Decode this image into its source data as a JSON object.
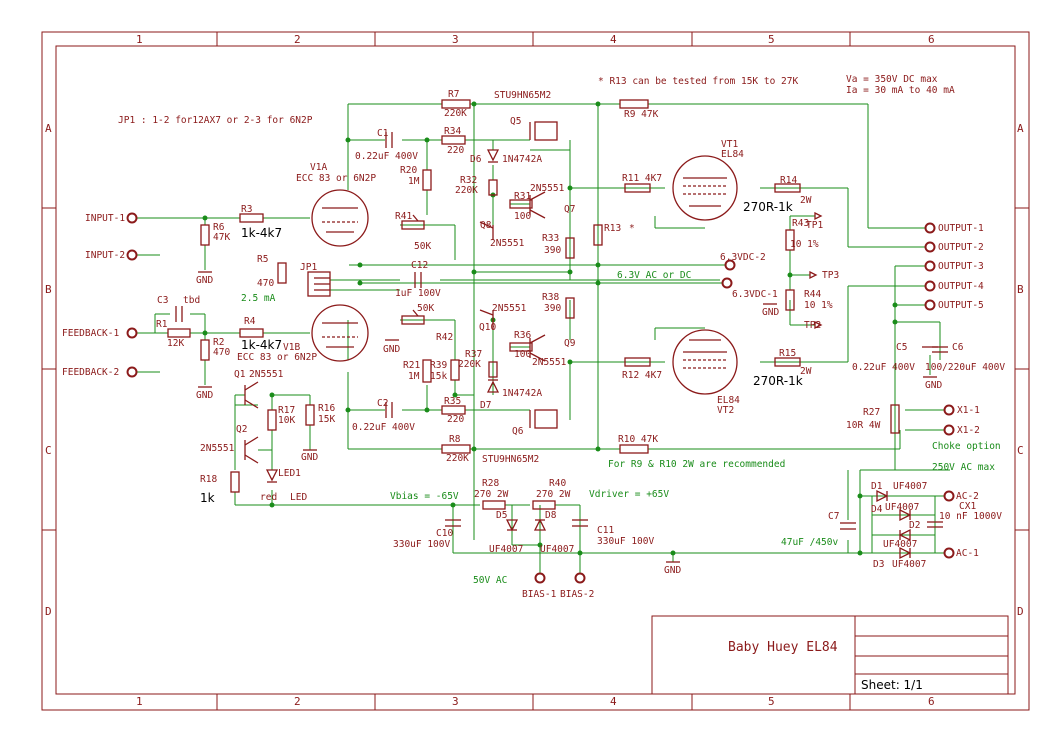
{
  "frame": {
    "col_numbers": [
      "1",
      "2",
      "3",
      "4",
      "5",
      "6"
    ],
    "row_letters": [
      "A",
      "B",
      "C",
      "D"
    ],
    "title": "Baby Huey EL84",
    "sheet": "Sheet: 1/1"
  },
  "notes": {
    "jp1": "JP1 : 1-2 for12AX7 or 2-3 for 6N2P",
    "r13_note": "* R13 can be tested from 15K to 27K",
    "va": "Va = 350V DC max",
    "ia": "Ia = 30 mA to 40 mA",
    "r9r10": "For R9 & R10 2W are recommended",
    "ac_max": "250V AC max",
    "choke": "Choke option",
    "heater": "6.3V AC or DC",
    "vbias": "Vbias = -65V",
    "vdriver": "Vdriver = +65V",
    "ac50": "50V AC",
    "led_current": "2.5 mA"
  },
  "connectors": {
    "input1": "INPUT-1",
    "input2": "INPUT-2",
    "feedback1": "FEEDBACK-1",
    "feedback2": "FEEDBACK-2",
    "out1": "OUTPUT-1",
    "out2": "OUTPUT-2",
    "out3": "OUTPUT-3",
    "out4": "OUTPUT-4",
    "out5": "OUTPUT-5",
    "x1": "X1-1",
    "x2": "X1-2",
    "ac1": "AC-1",
    "ac2": "AC-2",
    "bias1": "BIAS-1",
    "bias2": "BIAS-2",
    "v63_2": "6.3VDC-2",
    "v63_1": "6.3VDC-1",
    "tp1": "TP1",
    "tp2": "TP2",
    "tp3": "TP3",
    "gnd": "GND"
  },
  "tubes": {
    "v1a_name": "V1A",
    "v1a_type": "ECC 83 or 6N2P",
    "v1b_name": "V1B",
    "v1b_type": "ECC 83 or 6N2P",
    "vt1_name": "VT1",
    "vt1_type": "EL84",
    "vt2_name": "VT2",
    "vt2_type": "EL84"
  },
  "parts": {
    "r1": "R1",
    "r1v": "12K",
    "r2": "R2",
    "r2v": "470",
    "r3": "R3",
    "r3v": "1k-4k7",
    "r4": "R4",
    "r4v": "1k-4k7",
    "r5": "R5",
    "r5v": "470",
    "r6": "R6",
    "r6v": "47K",
    "r7": "R7",
    "r7v": "220K",
    "r8": "R8",
    "r8v": "220K",
    "r9": "R9 47K",
    "r10": "R10 47K",
    "r11": "R11 4K7",
    "r12": "R12 4K7",
    "r13": "R13",
    "r14": "R14",
    "r14v": "270R-1k",
    "r14w": "2W",
    "r15": "R15",
    "r15v": "270R-1k",
    "r15w": "2W",
    "r16": "R16",
    "r16v": "15K",
    "r17": "R17",
    "r17v": "10K",
    "r18": "R18",
    "r18v": "1k",
    "r20": "R20",
    "r20v": "1M",
    "r21": "R21",
    "r21v": "1M",
    "r27": "R27",
    "r27v": "10R 4W",
    "r28": "R28",
    "r28v": "270 2W",
    "r31": "R31",
    "r31v": "100",
    "r32": "R32",
    "r32v": "220K",
    "r33": "R33",
    "r33v": "390",
    "r34": "R34",
    "r34v": "220",
    "r35": "R35",
    "r35v": "220",
    "r36": "R36",
    "r36v": "100",
    "r37": "R37",
    "r37v": "220K",
    "r38": "R38",
    "r38v": "390",
    "r39": "R39",
    "r39v": "15k",
    "r40": "R40",
    "r40v": "270 2W",
    "r41": "R41",
    "r41v": "50K",
    "r42": "R42",
    "r42v": "50K",
    "r43": "R43",
    "r43v": "10 1%",
    "r44": "R44",
    "r44v": "10 1%",
    "c1": "C1",
    "c1v": "0.22uF 400V",
    "c2": "C2",
    "c2v": "0.22uF 400V",
    "c3": "C3",
    "c3v": "tbd",
    "c5": "C5",
    "c5v": "0.22uF 400V",
    "c6": "C6",
    "c6v": "100/220uF 400V",
    "c7": "C7",
    "c7v": "47uF /450v",
    "c10": "C10",
    "c10v": "330uF 100V",
    "c11": "C11",
    "c11v": "330uF 100V",
    "c12": "C12",
    "c12v": "1uF 100V",
    "cx1": "CX1",
    "cx1v": "10 nF 1000V",
    "q1": "Q1",
    "q1v": "2N5551",
    "q2": "Q2",
    "q2v": "2N5551",
    "q5": "Q5",
    "q5v": "STU9HN65M2",
    "q6": "Q6",
    "q6v": "STU9HN65M2",
    "q7": "Q7",
    "q7v": "2N5551",
    "q8": "Q8",
    "q8v": "2N5551",
    "q9": "Q9",
    "q9v": "2N5551",
    "q10": "Q10",
    "q10v": "2N5551",
    "d1": "D1",
    "d2": "D2",
    "d3": "D3",
    "d4": "D4",
    "d5": "D5",
    "d6": "D6",
    "d7": "D7",
    "d8": "D8",
    "uf4007": "UF4007",
    "zener": "1N4742A",
    "led1": "LED1",
    "led_color": "red",
    "led_word": "LED",
    "jp1": "JP1",
    "star": "*"
  },
  "colors": {
    "wire": "#1a8c1a",
    "part": "#8b1a1a",
    "frame": "#8b1a1a",
    "text": "#000000"
  }
}
